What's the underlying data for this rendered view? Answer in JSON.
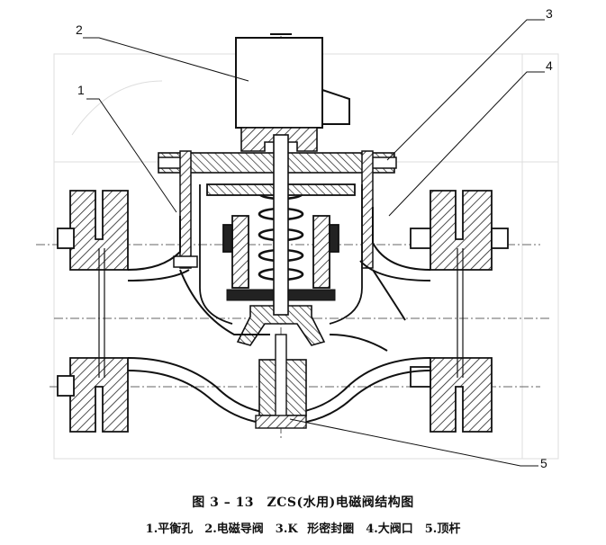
{
  "figure": {
    "callouts": [
      "1",
      "2",
      "3",
      "4",
      "5"
    ]
  },
  "caption": {
    "title": "图 3 – 13　ZCS(水用)电磁阀结构图",
    "legend": "1.平衡孔　2.电磁导阀　3.K 形密封圈　4.大阀口　5.顶杆"
  }
}
